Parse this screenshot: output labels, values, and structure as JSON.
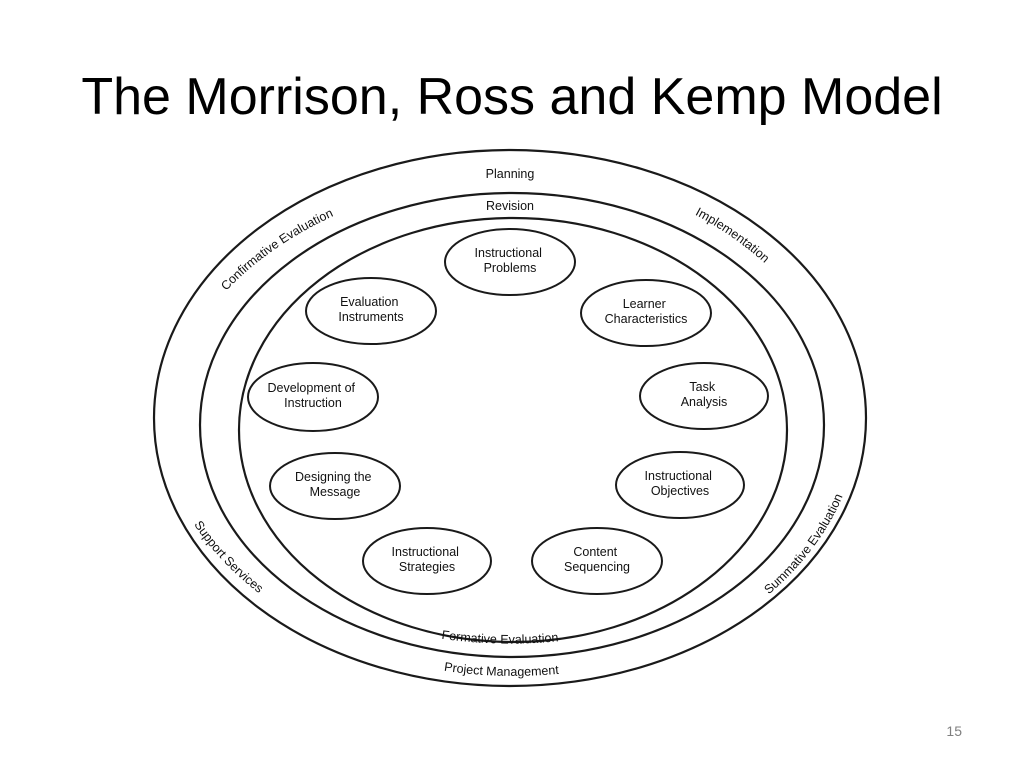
{
  "slide": {
    "title": "The Morrison, Ross and Kemp Model",
    "page_number": "15"
  },
  "diagram": {
    "ring_labels": {
      "planning": "Planning",
      "revision": "Revision",
      "implementation": "Implementation",
      "confirmative_evaluation": "Confirmative Evaluation",
      "summative_evaluation": "Summative Evaluation",
      "support_services": "Support Services",
      "formative_evaluation": "Formative Evaluation",
      "project_management": "Project Management"
    },
    "nodes": [
      {
        "id": "instructional-problems",
        "lines": [
          "Instructional",
          "Problems"
        ]
      },
      {
        "id": "learner-characteristics",
        "lines": [
          "Learner",
          "Characteristics"
        ]
      },
      {
        "id": "task-analysis",
        "lines": [
          "Task",
          "Analysis"
        ]
      },
      {
        "id": "instructional-objectives",
        "lines": [
          "Instructional",
          "Objectives"
        ]
      },
      {
        "id": "content-sequencing",
        "lines": [
          "Content",
          "Sequencing"
        ]
      },
      {
        "id": "instructional-strategies",
        "lines": [
          "Instructional",
          "Strategies"
        ]
      },
      {
        "id": "designing-the-message",
        "lines": [
          "Designing the",
          "Message"
        ]
      },
      {
        "id": "development-of-instruction",
        "lines": [
          "Development of",
          "Instruction"
        ]
      },
      {
        "id": "evaluation-instruments",
        "lines": [
          "Evaluation",
          "Instruments"
        ]
      }
    ]
  }
}
